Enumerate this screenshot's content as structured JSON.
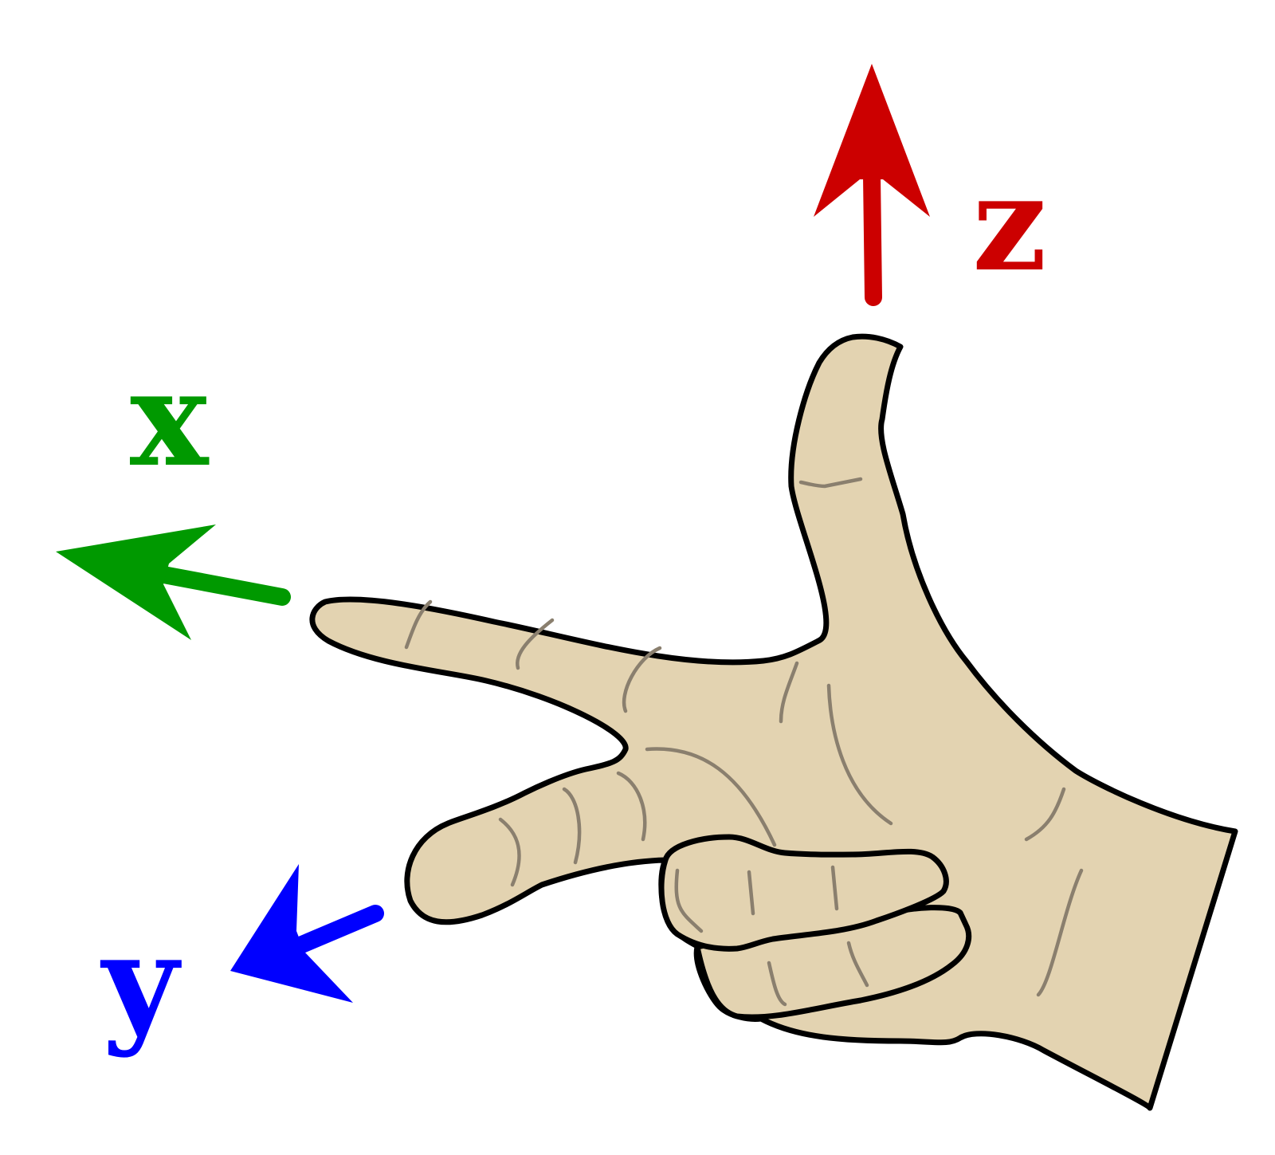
{
  "axes": {
    "x": {
      "label": "x",
      "color": "#009900"
    },
    "y": {
      "label": "y",
      "color": "#0000ff"
    },
    "z": {
      "label": "z",
      "color": "#cc0000"
    }
  },
  "hand": {
    "skin_color": "#e3d3b1",
    "outline_color": "#000000",
    "crease_color": "#8a7f6e"
  }
}
